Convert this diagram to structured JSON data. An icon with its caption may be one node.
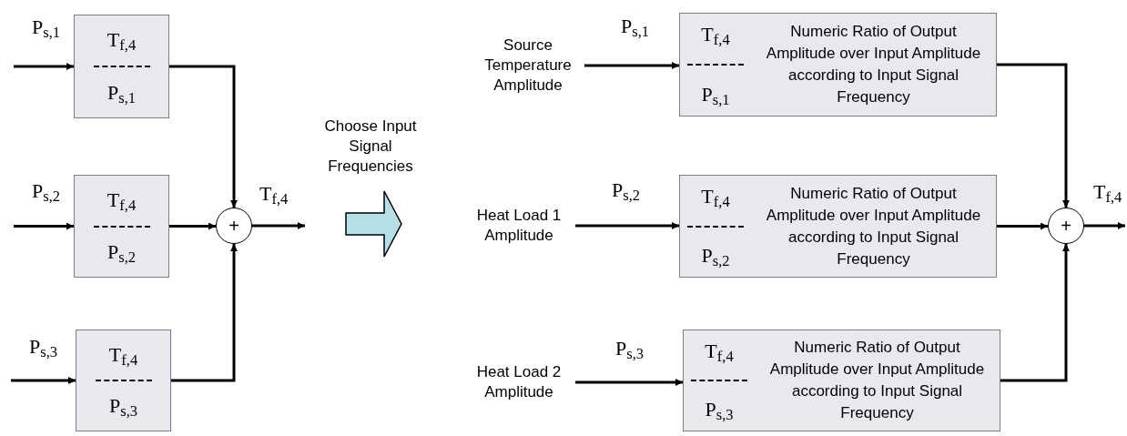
{
  "diagram": {
    "nodes": [
      {
        "text": [
          "T$_{f,4}$",
          "P$_{s,1}$"
        ]
      },
      {
        "text": [
          "T$_{f,4}$",
          "P$_{s,2}$"
        ]
      },
      {
        "text": [
          "T$_{f,4}$",
          "P$_{s,3}$"
        ]
      },
      {
        "text": [
          "+"
        ]
      },
      {
        "text": [
          "Source Temperature Amplitude"
        ]
      },
      {
        "text": [
          "Heat Load 1 Amplitude"
        ]
      },
      {
        "text": [
          "Heat Load 2 Amplitude"
        ]
      },
      {
        "text": [
          "T$_{f,4}$",
          "P$_{s,1}$",
          "Numeric Ratio of Output Amplitude over Input Amplitude according to Input Signal Frequency"
        ]
      },
      {
        "text": [
          "T$_{f,4}$",
          "P$_{s,2}$",
          "Numeric Ratio of Output Amplitude over Input Amplitude according to Input Signal Frequency"
        ]
      },
      {
        "text": [
          "T$_{f,4}$",
          "P$_{s,3}$",
          "Numeric Ratio of Output Amplitude over Input Amplitude according to Input Signal Frequency"
        ]
      },
      {
        "text": [
          "+"
        ]
      }
    ],
    "edges": [
      {
        "from": null,
        "to": 0,
        "arrow": "to",
        "label": "P$_{s,1}$"
      },
      {
        "from": null,
        "to": 1,
        "arrow": "to",
        "label": "P$_{s,2}$"
      },
      {
        "from": null,
        "to": 2,
        "arrow": "to",
        "label": "P$_{s,3}$"
      },
      {
        "from": 0,
        "to": 3,
        "arrow": "to"
      },
      {
        "from": 1,
        "to": 3,
        "arrow": "to"
      },
      {
        "from": 2,
        "to": 3,
        "arrow": "to"
      },
      {
        "from": 3,
        "to": null,
        "arrow": "to",
        "label": "T$_{f,4}$"
      },
      {
        "from": 4,
        "to": 7,
        "arrow": "to",
        "label": "P$_{s,1}$"
      },
      {
        "from": 5,
        "to": 8,
        "arrow": "to",
        "label": "P$_{s,2}$"
      },
      {
        "from": 6,
        "to": 9,
        "arrow": "to",
        "label": "P$_{s,3}$"
      },
      {
        "from": 7,
        "to": 10,
        "arrow": "to"
      },
      {
        "from": 8,
        "to": 10,
        "arrow": "to"
      },
      {
        "from": 9,
        "to": 10,
        "arrow": "to"
      },
      {
        "from": 10,
        "to": null,
        "arrow": "to",
        "label": "T$_{f,4}$"
      }
    ],
    "labels": [
      "Choose Input Signal Frequencies"
    ]
  }
}
